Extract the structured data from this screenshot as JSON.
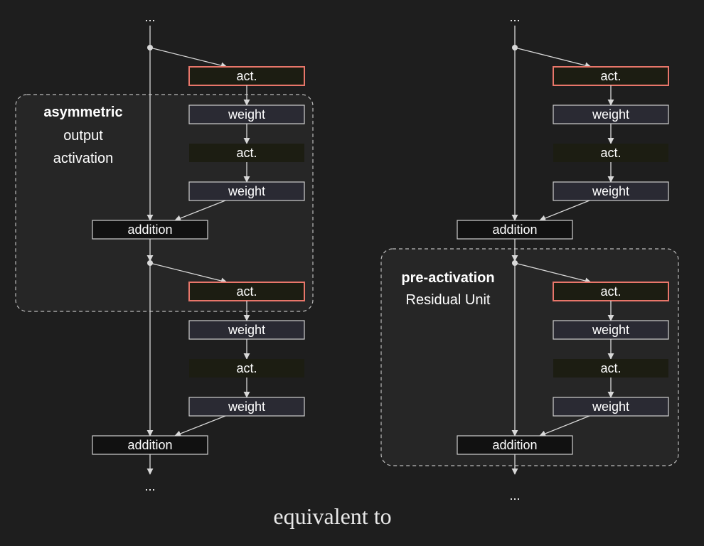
{
  "diagram": {
    "left_group": {
      "title_bold": "asymmetric",
      "title_line2": "output",
      "title_line3": "activation"
    },
    "right_group": {
      "title_bold": "pre-activation",
      "title_line2": "Residual Unit"
    },
    "labels": {
      "act": "act.",
      "weight": "weight",
      "addition": "addition",
      "ellipsis": "..."
    },
    "colors": {
      "background": "#1e1e1e",
      "box_fill": "#2a2a33",
      "act_fill": "#1c1d12",
      "highlight_border": "#e8766a",
      "line": "#d8d8d8",
      "group_fill": "#262626"
    }
  },
  "caption": "equivalent to"
}
